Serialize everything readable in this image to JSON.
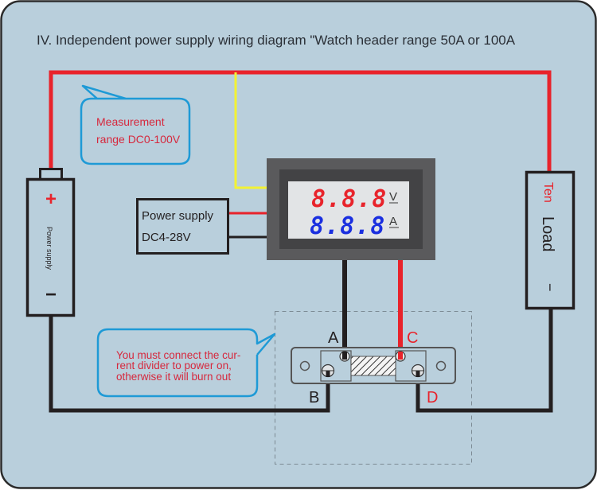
{
  "title": "IV. Independent power supply wiring diagram \"Watch header range 50A or 100A",
  "callouts": {
    "measurement": {
      "line1": "Measurement",
      "line2": "range DC0-100V"
    },
    "warning": {
      "line1": "You must connect the cur-",
      "line2": "rent divider to power on,",
      "line3": "otherwise it will burn out"
    }
  },
  "battery": {
    "plus": "+",
    "minus": "−",
    "label": "Power supply"
  },
  "power_box": {
    "line1": "Power supply",
    "line2": "DC4-28V"
  },
  "meter": {
    "voltage_display": "8.8.8",
    "voltage_unit": "V",
    "current_display": "8.8.8",
    "current_unit": "A",
    "voltage_color": "#e8232b",
    "current_color": "#1a2fe0"
  },
  "load": {
    "top_label": "Ten",
    "label": "Load",
    "minus": "−"
  },
  "shunt": {
    "terminals": {
      "a": "A",
      "b": "B",
      "c": "C",
      "d": "D"
    }
  },
  "colors": {
    "background": "#b9cfdc",
    "red_wire": "#e8232b",
    "black_wire": "#231f20",
    "yellow_wire": "#f2f234",
    "callout_border": "#1e9ad6",
    "callout_text": "#d6283d"
  }
}
